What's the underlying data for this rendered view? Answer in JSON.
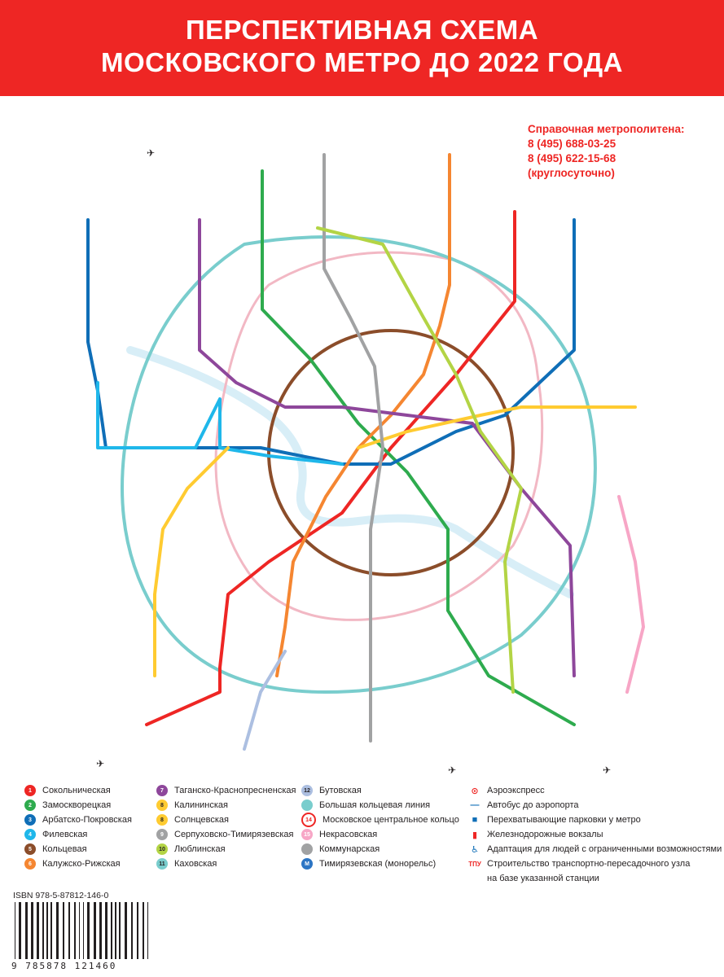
{
  "header": {
    "title_line1": "ПЕРСПЕКТИВНАЯ СХЕМА",
    "title_line2": "МОСКОВСКОГО МЕТРО ДО 2022 ГОДА"
  },
  "info": {
    "heading": "Справочная метрополитена:",
    "phone1": "8 (495) 688-03-25",
    "phone2": "8 (495) 622-15-68",
    "hours": "(круглосуточно)"
  },
  "legend_lines": [
    {
      "num": "1",
      "name": "Сокольническая",
      "color": "#ee2624"
    },
    {
      "num": "2",
      "name": "Замоскворецкая",
      "color": "#2eab4e"
    },
    {
      "num": "3",
      "name": "Арбатско-Покровская",
      "color": "#0f6eb7"
    },
    {
      "num": "4",
      "name": "Филевская",
      "color": "#1fb7ea"
    },
    {
      "num": "5",
      "name": "Кольцевая",
      "color": "#8b4d2a"
    },
    {
      "num": "6",
      "name": "Калужско-Рижская",
      "color": "#f58631"
    },
    {
      "num": "7",
      "name": "Таганско-Краснопресненская",
      "color": "#8e479b"
    },
    {
      "num": "8",
      "name": "Калининская",
      "color": "#ffcb31"
    },
    {
      "num": "8",
      "name": "Солнцевская",
      "color": "#ffcb31"
    },
    {
      "num": "9",
      "name": "Серпуховско-Тимирязевская",
      "color": "#a1a2a3"
    },
    {
      "num": "10",
      "name": "Люблинская",
      "color": "#b3d445"
    },
    {
      "num": "11",
      "name": "Каховская",
      "color": "#79cdcd"
    },
    {
      "num": "12",
      "name": "Бутовская",
      "color": "#acbfe1"
    },
    {
      "num": "",
      "name": "Большая кольцевая линия",
      "color": "#79cdcd"
    },
    {
      "num": "14",
      "name": "Московское центральное кольцо",
      "color": "#ffffff"
    },
    {
      "num": "15",
      "name": "Некрасовская",
      "color": "#f7a6c6"
    },
    {
      "num": "",
      "name": "Коммунарская",
      "color": "#a1a2a3"
    },
    {
      "num": "М",
      "name": "Тимирязевская (монорельс)",
      "color": "#2c75c4"
    }
  ],
  "legend_symbols": [
    {
      "name": "Аэроэкспресс",
      "icon": "aeroexpress-icon"
    },
    {
      "name": "Автобус до аэропорта",
      "icon": "airport-bus-icon"
    },
    {
      "name": "Перехватывающие парковки у метро",
      "icon": "parking-icon"
    },
    {
      "name": "Железнодорожные вокзалы",
      "icon": "railway-station-icon"
    },
    {
      "name": "Адаптация для людей с ограниченными возможностями",
      "icon": "accessibility-icon"
    },
    {
      "name": "Строительство транспортно-пересадочного узла",
      "icon": "tpu-icon",
      "label": "ТПУ"
    },
    {
      "name": "на базе указанной станции",
      "icon": ""
    }
  ],
  "isbn": "ISBN 978-5-87812-146-0",
  "barcode_number": "9 785878 121460"
}
